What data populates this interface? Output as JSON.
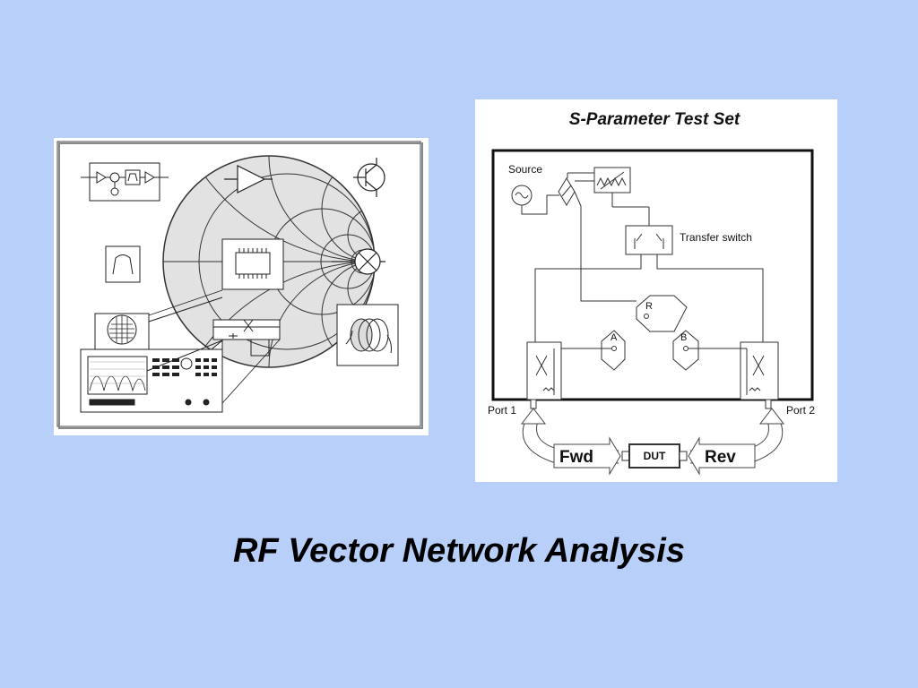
{
  "slide_title": "RF Vector Network Analysis",
  "colors": {
    "background": "#b8cffa",
    "panel": "#ffffff",
    "smith_fill": "#e2e2e2"
  },
  "left_figure": {
    "icons": [
      "amplifier-icon",
      "transistor-icon",
      "mixer-icon",
      "filter-icon",
      "chip-icon",
      "coupler-icon",
      "cable-coil-icon",
      "network-analyzer-instrument",
      "smith-chart"
    ]
  },
  "right_figure": {
    "title": "S-Parameter Test Set",
    "source_label": "Source",
    "transfer_switch_label": "Transfer switch",
    "receiver_r": "R",
    "receiver_a": "A",
    "receiver_b": "B",
    "port1_label": "Port 1",
    "port2_label": "Port 2",
    "fwd_label": "Fwd",
    "rev_label": "Rev",
    "dut_label": "DUT"
  }
}
